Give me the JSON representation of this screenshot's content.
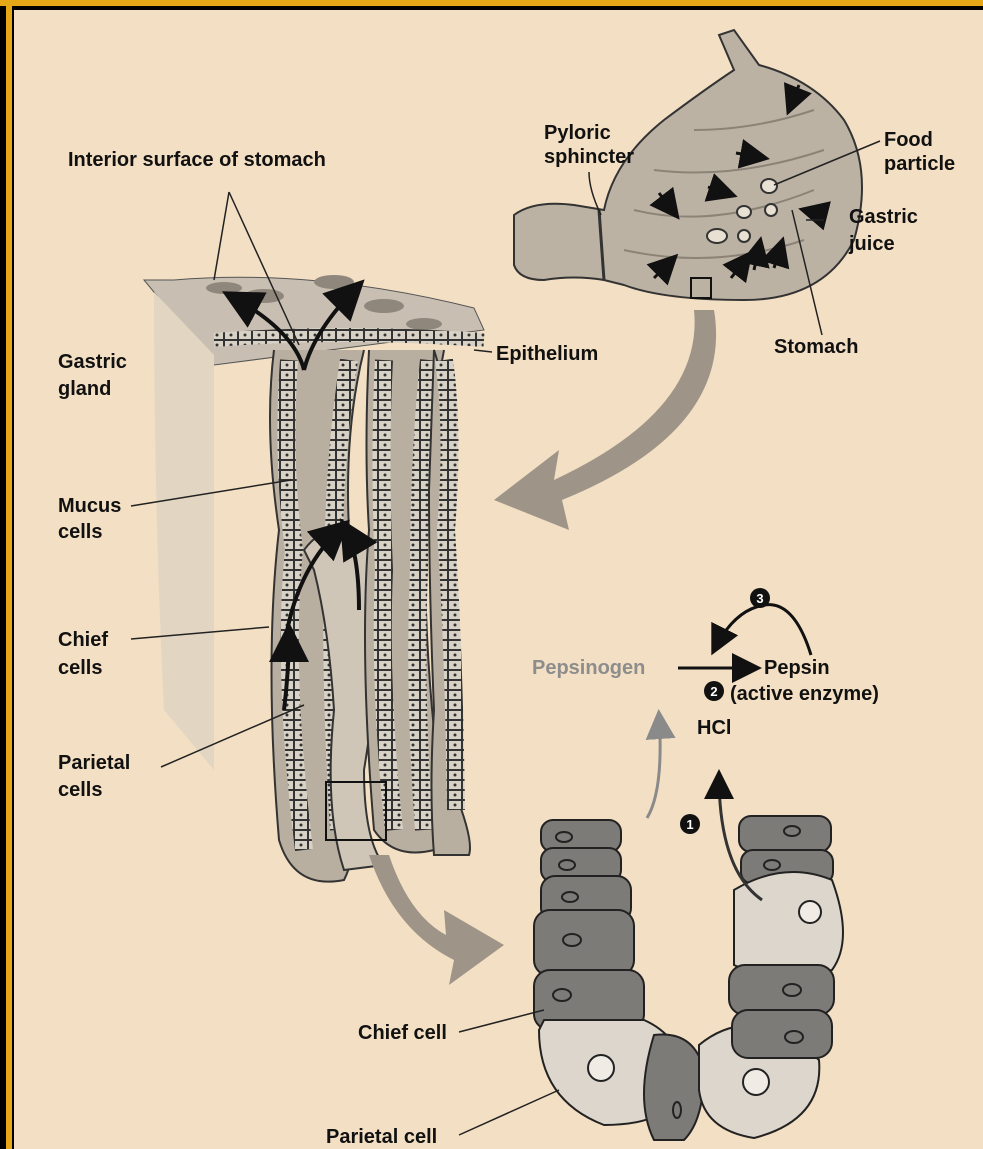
{
  "labels": {
    "interior_surface": "Interior surface of stomach",
    "pyloric_1": "Pyloric",
    "pyloric_2": "sphincter",
    "food_1": "Food",
    "food_2": "particle",
    "gastric_juice_1": "Gastric",
    "gastric_juice_2": "juice",
    "stomach": "Stomach",
    "gastric_gland_1": "Gastric",
    "gastric_gland_2": "gland",
    "epithelium": "Epithelium",
    "mucus_1": "Mucus",
    "mucus_2": "cells",
    "chief_1": "Chief",
    "chief_2": "cells",
    "parietal_1": "Parietal",
    "parietal_2": "cells",
    "pepsinogen": "Pepsinogen",
    "pepsin": "Pepsin",
    "active_enzyme": "(active enzyme)",
    "hcl": "HCl",
    "step1": "1",
    "step2": "2",
    "step3": "3",
    "chief_cell": "Chief cell",
    "parietal_cell": "Parietal cell"
  },
  "colors": {
    "background": "#f3dfc3",
    "border": "#e6a817",
    "frame": "#000000",
    "tissue": "#bcb2a4",
    "cell_dark": "#7d7b78",
    "cell_light": "#dcd6cc",
    "arrow_grey": "#9e9588"
  }
}
